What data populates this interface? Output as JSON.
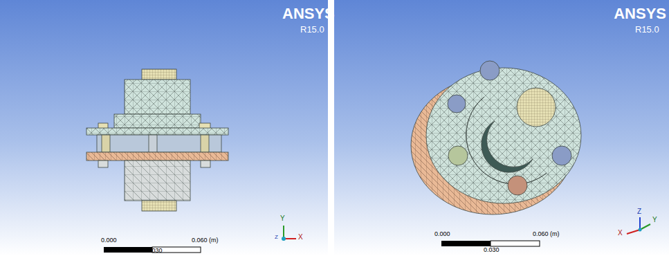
{
  "diagram": {
    "labels": [
      "ANSYS",
      "R15.0",
      "0.000",
      "0.060 (m)",
      "0.030",
      "Y",
      "Z",
      "X",
      "ANSYS",
      "R15.0",
      "0.000",
      "0.060 (m)",
      "0.030",
      "Z",
      "Y",
      "X"
    ]
  }
}
